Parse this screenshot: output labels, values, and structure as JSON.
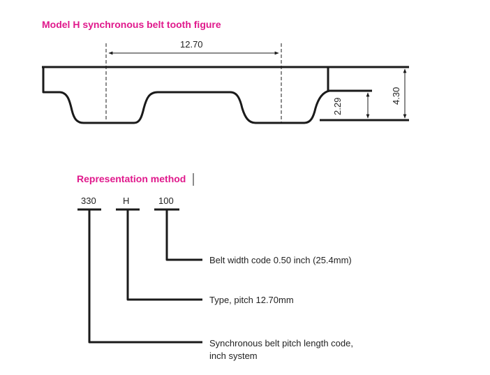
{
  "colors": {
    "heading": "#e0198c",
    "ink": "#1a1a1a"
  },
  "tooth_figure": {
    "title": "Model H synchronous belt tooth figure",
    "pitch_label": "12.70",
    "tooth_height_label": "2.29",
    "belt_height_label": "4.30"
  },
  "representation": {
    "title": "Representation method",
    "codes": [
      "330",
      "H",
      "100"
    ],
    "descriptions": {
      "width": "Belt width code 0.50 inch (25.4mm)",
      "type": "Type, pitch 12.70mm",
      "length_line1": "Synchronous belt pitch length code,",
      "length_line2": "inch system"
    }
  }
}
